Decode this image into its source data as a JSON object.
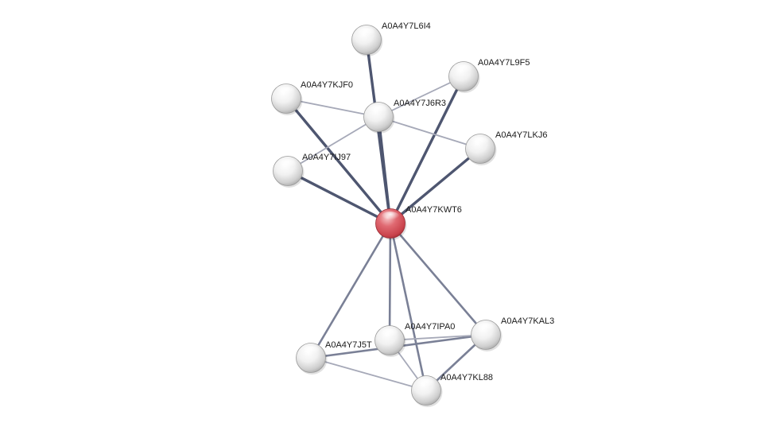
{
  "colors": {
    "background": "#ffffff",
    "query_node": "#d9545c",
    "neighbor_node": "#e4e4e4",
    "edge_strong": "#4e5670",
    "edge_medium": "#7a8096",
    "edge_light": "#a6a9b8"
  },
  "nodes": [
    {
      "id": "A0A4Y7KWT6",
      "label": "A0A4Y7KWT6",
      "type": "query"
    },
    {
      "id": "A0A4Y7L6I4",
      "label": "A0A4Y7L6I4",
      "type": "neighbor"
    },
    {
      "id": "A0A4Y7L9F5",
      "label": "A0A4Y7L9F5",
      "type": "neighbor"
    },
    {
      "id": "A0A4Y7KJF0",
      "label": "A0A4Y7KJF0",
      "type": "neighbor"
    },
    {
      "id": "A0A4Y7J6R3",
      "label": "A0A4Y7J6R3",
      "type": "neighbor"
    },
    {
      "id": "A0A4Y7LKJ6",
      "label": "A0A4Y7LKJ6",
      "type": "neighbor"
    },
    {
      "id": "A0A4Y7IJ97",
      "label": "A0A4Y7IJ97",
      "type": "neighbor"
    },
    {
      "id": "A0A4Y7KAL3",
      "label": "A0A4Y7KAL3",
      "type": "neighbor"
    },
    {
      "id": "A0A4Y7IPA0",
      "label": "A0A4Y7IPA0",
      "type": "neighbor"
    },
    {
      "id": "A0A4Y7J5T",
      "label": "A0A4Y7J5T",
      "type": "neighbor"
    },
    {
      "id": "A0A4Y7KL88",
      "label": "A0A4Y7KL88",
      "type": "neighbor"
    }
  ],
  "edges": [
    {
      "source": "A0A4Y7L6I4",
      "target": "A0A4Y7KWT6",
      "strength": "strong"
    },
    {
      "source": "A0A4Y7L9F5",
      "target": "A0A4Y7KWT6",
      "strength": "strong"
    },
    {
      "source": "A0A4Y7KJF0",
      "target": "A0A4Y7KWT6",
      "strength": "strong"
    },
    {
      "source": "A0A4Y7J6R3",
      "target": "A0A4Y7KWT6",
      "strength": "strong"
    },
    {
      "source": "A0A4Y7LKJ6",
      "target": "A0A4Y7KWT6",
      "strength": "strong"
    },
    {
      "source": "A0A4Y7IJ97",
      "target": "A0A4Y7KWT6",
      "strength": "strong"
    },
    {
      "source": "A0A4Y7KJF0",
      "target": "A0A4Y7J6R3",
      "strength": "light"
    },
    {
      "source": "A0A4Y7L9F5",
      "target": "A0A4Y7J6R3",
      "strength": "light"
    },
    {
      "source": "A0A4Y7J6R3",
      "target": "A0A4Y7LKJ6",
      "strength": "light"
    },
    {
      "source": "A0A4Y7J6R3",
      "target": "A0A4Y7IJ97",
      "strength": "light"
    },
    {
      "source": "A0A4Y7KWT6",
      "target": "A0A4Y7J5T",
      "strength": "medium"
    },
    {
      "source": "A0A4Y7KWT6",
      "target": "A0A4Y7IPA0",
      "strength": "medium"
    },
    {
      "source": "A0A4Y7KWT6",
      "target": "A0A4Y7KL88",
      "strength": "medium"
    },
    {
      "source": "A0A4Y7KWT6",
      "target": "A0A4Y7KAL3",
      "strength": "medium"
    },
    {
      "source": "A0A4Y7J5T",
      "target": "A0A4Y7KAL3",
      "strength": "medium"
    },
    {
      "source": "A0A4Y7IPA0",
      "target": "A0A4Y7KAL3",
      "strength": "light"
    },
    {
      "source": "A0A4Y7J5T",
      "target": "A0A4Y7KL88",
      "strength": "light"
    },
    {
      "source": "A0A4Y7IPA0",
      "target": "A0A4Y7KL88",
      "strength": "light"
    },
    {
      "source": "A0A4Y7KAL3",
      "target": "A0A4Y7KL88",
      "strength": "medium"
    }
  ]
}
